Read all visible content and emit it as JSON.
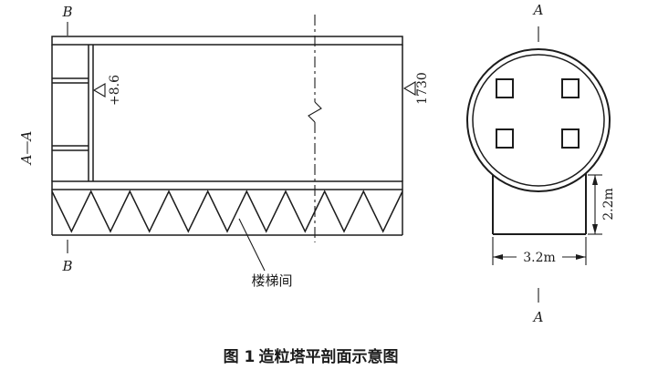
{
  "figure": {
    "label": "图 1",
    "title": "造粒塔平剖面示意图"
  },
  "section_view": {
    "cut_mark_top": "B",
    "cut_mark_bottom": "B",
    "view_label": "A—A",
    "elevation": "+8.6",
    "height_dim": "1730",
    "stairwell_label": "楼梯间"
  },
  "plan_view": {
    "cut_mark_top": "A",
    "cut_mark_bottom": "A",
    "width_dim": "3.2m",
    "depth_dim": "2.2m"
  },
  "colors": {
    "ink": "#1c1c1c",
    "background": "#ffffff"
  }
}
